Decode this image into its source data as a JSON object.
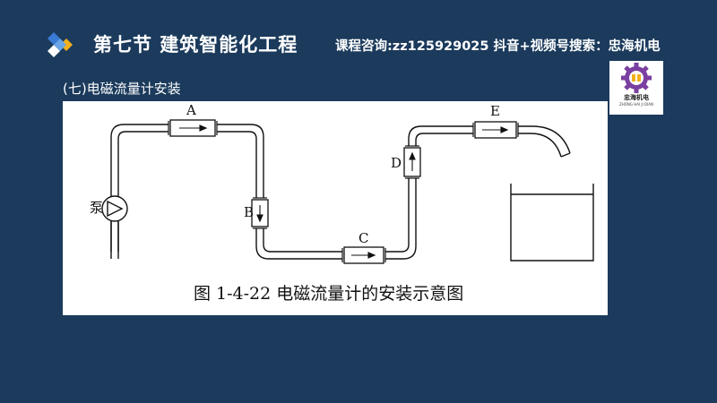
{
  "header": {
    "title": "第七节  建筑智能化工程",
    "contact": "课程咨询:zz125929025   抖音+视频号搜索：忠海机电"
  },
  "section": {
    "subtitle": "(七)电磁流量计安装"
  },
  "brand": {
    "name": "忠海机电",
    "pinyin": "ZHONG HAI JI DIAN"
  },
  "figure": {
    "labels": {
      "pump": "泵",
      "a": "A",
      "b": "B",
      "c": "C",
      "d": "D",
      "e": "E"
    },
    "caption": "图 1-4-22    电磁流量计的安装示意图"
  },
  "colors": {
    "background": "#1b3a5c",
    "logo_blue": "#3a7bd5",
    "logo_yellow": "#f2b01e",
    "brand_gear": "#7a3fa0"
  }
}
